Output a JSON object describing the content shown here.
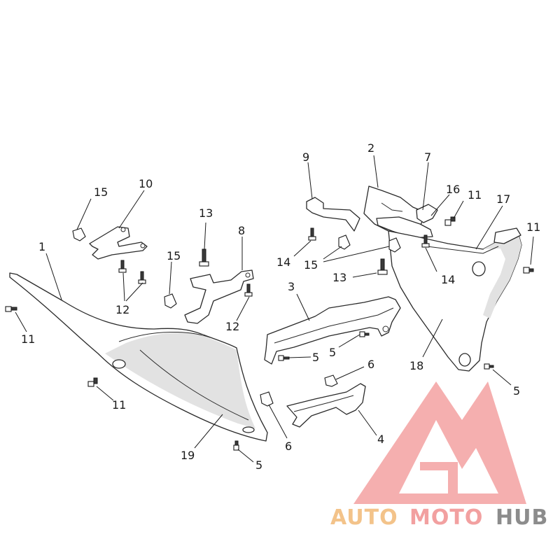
{
  "diagram": {
    "part_labels": [
      {
        "id": "c1",
        "text": "1"
      },
      {
        "id": "c2",
        "text": "2"
      },
      {
        "id": "c3",
        "text": "3"
      },
      {
        "id": "c4",
        "text": "4"
      },
      {
        "id": "c5a",
        "text": "5"
      },
      {
        "id": "c5b",
        "text": "5"
      },
      {
        "id": "c5c",
        "text": "5"
      },
      {
        "id": "c5d",
        "text": "5"
      },
      {
        "id": "c6a",
        "text": "6"
      },
      {
        "id": "c6b",
        "text": "6"
      },
      {
        "id": "c7",
        "text": "7"
      },
      {
        "id": "c8",
        "text": "8"
      },
      {
        "id": "c9",
        "text": "9"
      },
      {
        "id": "c10",
        "text": "10"
      },
      {
        "id": "c11a",
        "text": "11"
      },
      {
        "id": "c11b",
        "text": "11"
      },
      {
        "id": "c11c",
        "text": "11"
      },
      {
        "id": "c11d",
        "text": "11"
      },
      {
        "id": "c12a",
        "text": "12"
      },
      {
        "id": "c12b",
        "text": "12"
      },
      {
        "id": "c13a",
        "text": "13"
      },
      {
        "id": "c13b",
        "text": "13"
      },
      {
        "id": "c14a",
        "text": "14"
      },
      {
        "id": "c14b",
        "text": "14"
      },
      {
        "id": "c15a",
        "text": "15"
      },
      {
        "id": "c15b",
        "text": "15"
      },
      {
        "id": "c15c",
        "text": "15"
      },
      {
        "id": "c16",
        "text": "16"
      },
      {
        "id": "c17",
        "text": "17"
      },
      {
        "id": "c18",
        "text": "18"
      },
      {
        "id": "c19",
        "text": "19"
      }
    ]
  },
  "watermark": {
    "brand_auto": "AUTO",
    "brand_moto": "MOTO",
    "brand_hub": "HUB",
    "colors": {
      "auto": "#f3c38a",
      "moto": "#f2a0a0",
      "hub": "#8c8c8c",
      "logo": "#f4a6a6"
    }
  }
}
